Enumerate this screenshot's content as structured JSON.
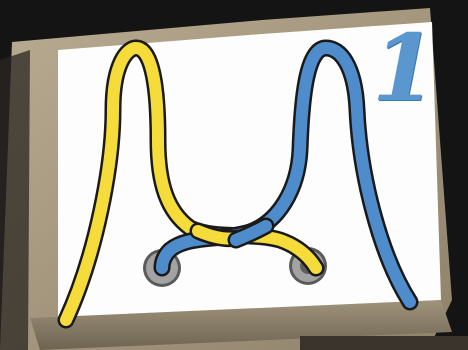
{
  "step": {
    "number": "1"
  },
  "colors": {
    "lace_left": "#f5dc3a",
    "lace_right": "#4e8ccc",
    "lace_outline": "#1a1a1a",
    "card_paper": "#fdfdfd",
    "card_frame": "#a89a82",
    "eyelet": "#9a9a9a",
    "step_number": "#5a97cf"
  },
  "icons": {
    "lace": "shoelace",
    "eyelets": "eyelet"
  }
}
